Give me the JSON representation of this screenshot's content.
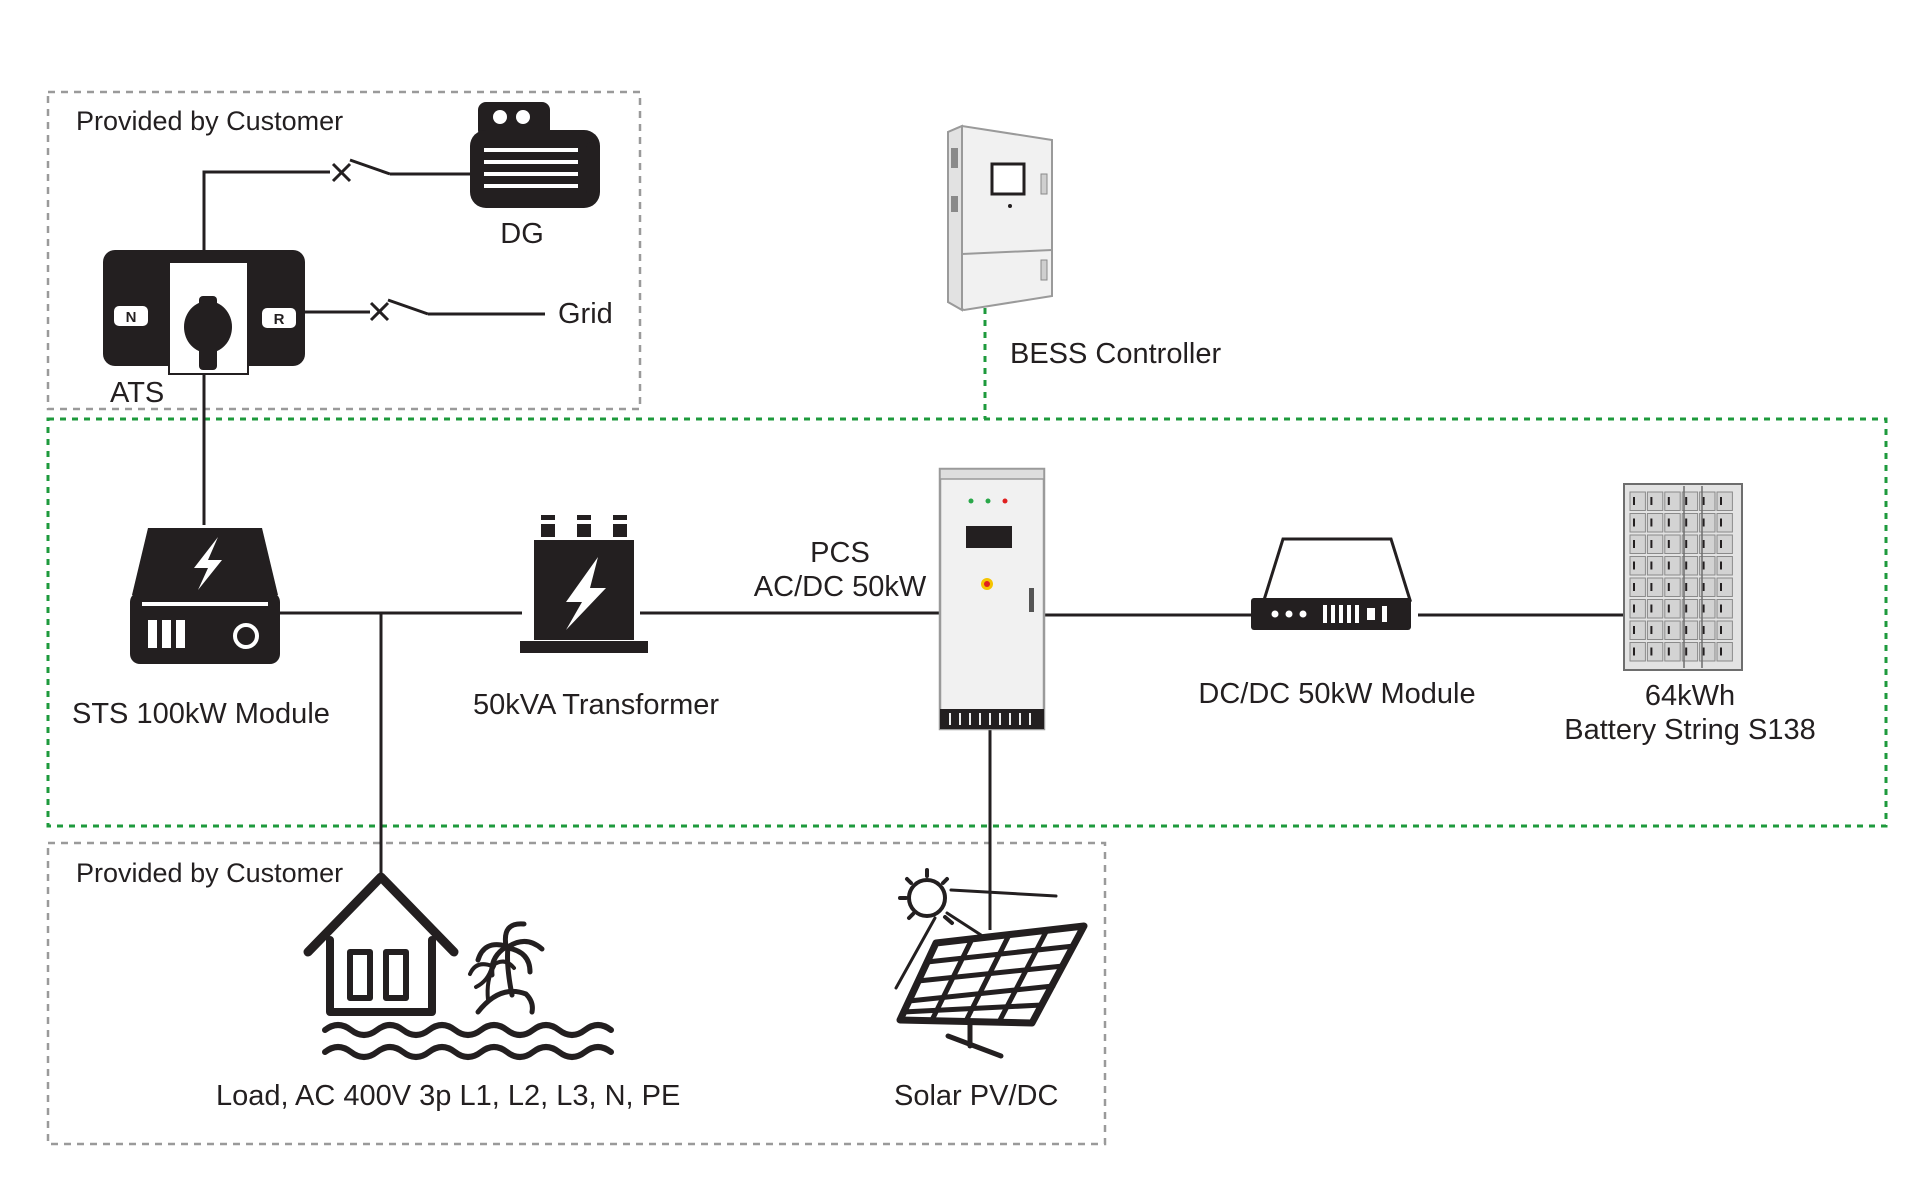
{
  "colors": {
    "line": "#231f20",
    "customer_border": "#9a9a9a",
    "system_border": "#1e9a3c",
    "cabinet_fill": "#f1f1f1",
    "cabinet_stroke": "#9a9a9a",
    "led_green": "#2aa84a",
    "led_red": "#e02020",
    "estop_yellow": "#f5c400"
  },
  "customer_box_top": {
    "label": "Provided by Customer"
  },
  "customer_box_bottom": {
    "label": "Provided by Customer"
  },
  "components": {
    "dg": {
      "label": "DG",
      "icon": "generator-icon"
    },
    "grid": {
      "label": "Grid"
    },
    "ats": {
      "label": "ATS",
      "icon": "ats-switch-icon",
      "n_label": "N",
      "r_label": "R"
    },
    "bess_controller": {
      "label": "BESS Controller",
      "icon": "controller-cabinet-icon"
    },
    "sts": {
      "label": "STS 100kW Module",
      "icon": "sts-module-icon"
    },
    "transformer": {
      "label": "50kVA Transformer",
      "icon": "transformer-icon"
    },
    "pcs": {
      "label_line1": "PCS",
      "label_line2": "AC/DC 50kW",
      "icon": "pcs-cabinet-icon"
    },
    "dcdc": {
      "label": "DC/DC 50kW Module",
      "icon": "dcdc-module-icon"
    },
    "battery": {
      "label_line1": "64kWh",
      "label_line2": "Battery String S138",
      "icon": "battery-rack-icon"
    },
    "load": {
      "label": "Load, AC 400V 3p L1, L2, L3, N, PE",
      "icon": "house-island-icon"
    },
    "solar": {
      "label": "Solar PV/DC",
      "icon": "solar-panel-icon"
    }
  }
}
